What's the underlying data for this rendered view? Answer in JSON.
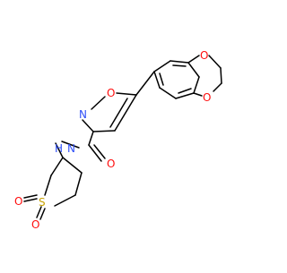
{
  "molecule": {
    "atoms": {
      "o_ring_left": "O",
      "n_isoxazole": "N",
      "o_dioxane_top": "O",
      "o_dioxane_bottom": "O",
      "nh_amide": "N",
      "h_amide": "H",
      "o_carbonyl": "O",
      "s_sulfone": "S",
      "o_sulfone_left": "O",
      "o_sulfone_bottom": "O"
    },
    "colors": {
      "oxygen": "#ff0d0d",
      "nitrogen": "#3050f8",
      "sulfur": "#c8a200",
      "carbon": "#000000"
    }
  }
}
